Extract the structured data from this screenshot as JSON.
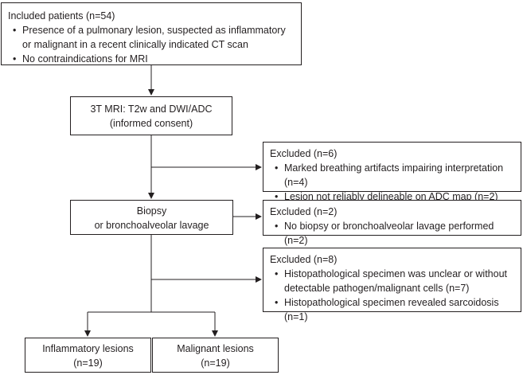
{
  "included": {
    "title": "Included patients (n=54)",
    "bullets": [
      "Presence of a pulmonary lesion, suspected as inflammatory or malignant in a recent clinically indicated CT scan",
      "No contraindications for MRI"
    ]
  },
  "mri": {
    "line1": "3T MRI: T2w and DWI/ADC",
    "line2": "(informed consent)"
  },
  "excluded1": {
    "title": "Excluded (n=6)",
    "bullets": [
      "Marked breathing artifacts impairing interpretation (n=4)",
      "Lesion not reliably delineable on ADC map (n=2)"
    ]
  },
  "biopsy": {
    "line1": "Biopsy",
    "line2": "or bronchoalveolar lavage"
  },
  "excluded2": {
    "title": "Excluded (n=2)",
    "bullets": [
      "No biopsy or bronchoalveolar lavage performed (n=2)"
    ]
  },
  "excluded3": {
    "title": "Excluded (n=8)",
    "bullets": [
      "Histopathological specimen was unclear or without detectable pathogen/malignant cells (n=7)",
      "Histopathological specimen revealed sarcoidosis (n=1)"
    ]
  },
  "inflammatory": {
    "line1": "Inflammatory lesions",
    "line2": "(n=19)"
  },
  "malignant": {
    "line1": "Malignant lesions",
    "line2": "(n=19)"
  }
}
